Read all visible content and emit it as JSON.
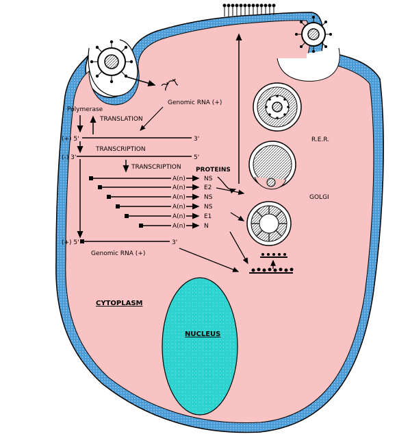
{
  "labels": {
    "polymerase": "Polymerase",
    "translation": "TRANSLATION",
    "genomic_rna_top": "Genomic RNA (+)",
    "plus5": "(+) 5'",
    "three_prime_a": "3'",
    "minus3": "(-) 3'",
    "five_prime_b": "5'",
    "transcription1": "TRANSCRIPTION",
    "transcription2": "TRANSCRIPTION",
    "proteins": "PROTEINS",
    "plus5_bottom": "(+) 5'",
    "three_prime_bottom": "3'",
    "genomic_rna_bottom": "Genomic RNA (+)",
    "rer": "R.E.R.",
    "golgi": "GOLGI",
    "cytoplasm": "CYTOPLASM",
    "nucleus": "NUCLEUS"
  },
  "mrnas": [
    {
      "tail": "A(n)",
      "protein": "NS"
    },
    {
      "tail": "A(n)",
      "protein": "E2"
    },
    {
      "tail": "A(n)",
      "protein": "NS"
    },
    {
      "tail": "A(n)",
      "protein": "NS"
    },
    {
      "tail": "A(n)",
      "protein": "E1"
    },
    {
      "tail": "A(n)",
      "protein": "N"
    }
  ],
  "colors": {
    "cytoplasm": "#f9c3c3",
    "membrane": "#4b9bd7",
    "nucleus": "#2ed2cf",
    "vesicle": "#ffffff"
  }
}
